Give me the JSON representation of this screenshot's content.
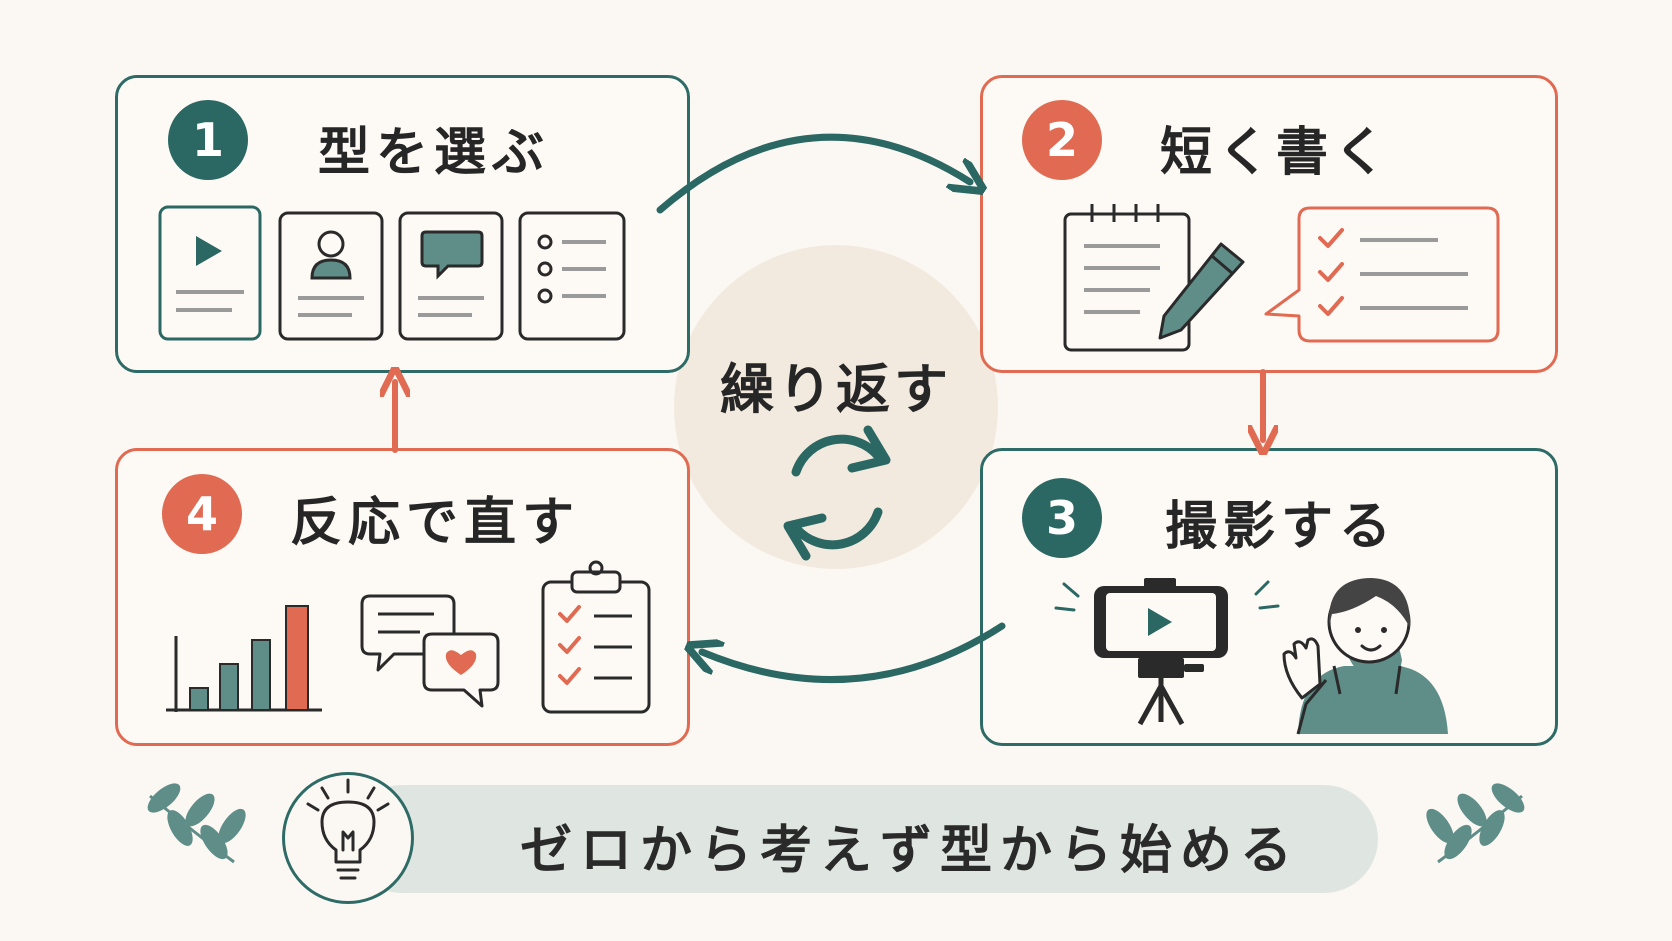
{
  "steps": [
    {
      "number": "1",
      "title": "型を選ぶ"
    },
    {
      "number": "2",
      "title": "短く書く"
    },
    {
      "number": "3",
      "title": "撮影する"
    },
    {
      "number": "4",
      "title": "反応で直す"
    }
  ],
  "center": {
    "label": "繰り返す",
    "icon": "refresh-cycle-icon"
  },
  "motto": {
    "text": "ゼロから考えず型から始める",
    "icon": "lightbulb-icon"
  },
  "colors": {
    "teal": "#2b6763",
    "coral": "#e06a52",
    "background": "#fbf8f3"
  }
}
